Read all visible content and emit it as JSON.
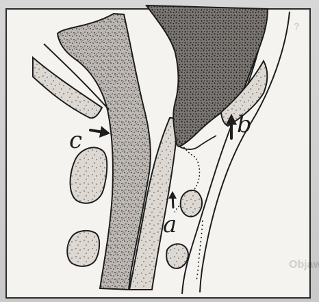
{
  "figure": {
    "labels": {
      "a": "a",
      "b": "b",
      "c": "c"
    },
    "background_text": "Objawy o"
  },
  "colors": {
    "ink": "#1d1d1d",
    "paper": "#f5f3f0",
    "tissue_fill": "#8e8b88",
    "page_bg": "#cfcfcf"
  }
}
